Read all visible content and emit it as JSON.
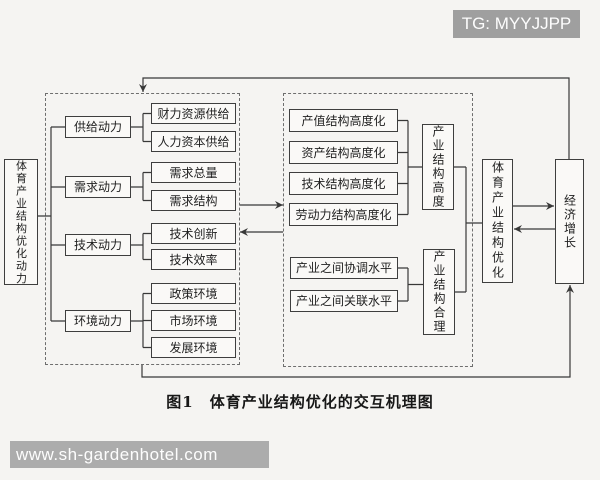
{
  "watermarks": {
    "top_right": "TG: MYYJJPP",
    "bottom_left": "www.sh-gardenhotel.com"
  },
  "caption": "图1　体育产业结构优化的交互机理图",
  "diagram": {
    "driver_box": "体育产业结构优化动力",
    "driver_categories": [
      {
        "label": "供给动力",
        "children": [
          "财力资源供给",
          "人力资本供给"
        ]
      },
      {
        "label": "需求动力",
        "children": [
          "需求总量",
          "需求结构"
        ]
      },
      {
        "label": "技术动力",
        "children": [
          "技术创新",
          "技术效率"
        ]
      },
      {
        "label": "环境动力",
        "children": [
          "政策环境",
          "市场环境",
          "发展环境"
        ]
      }
    ],
    "structure_upgrade": {
      "items": [
        "产值结构高度化",
        "资产结构高度化",
        "技术结构高度化",
        "劳动力结构高度化"
      ],
      "result": "产业结构高度"
    },
    "structure_rational": {
      "items": [
        "产业之间协调水平",
        "产业之间关联水平"
      ],
      "result": "产业结构合理"
    },
    "optimization_box": "体育产业结构优化",
    "growth_box": "经济增长"
  },
  "colors": {
    "line": "#383838",
    "box_border": "#3e3e3e",
    "watermark_bg": "#a6a6a6",
    "background": "#f5f4f2"
  }
}
